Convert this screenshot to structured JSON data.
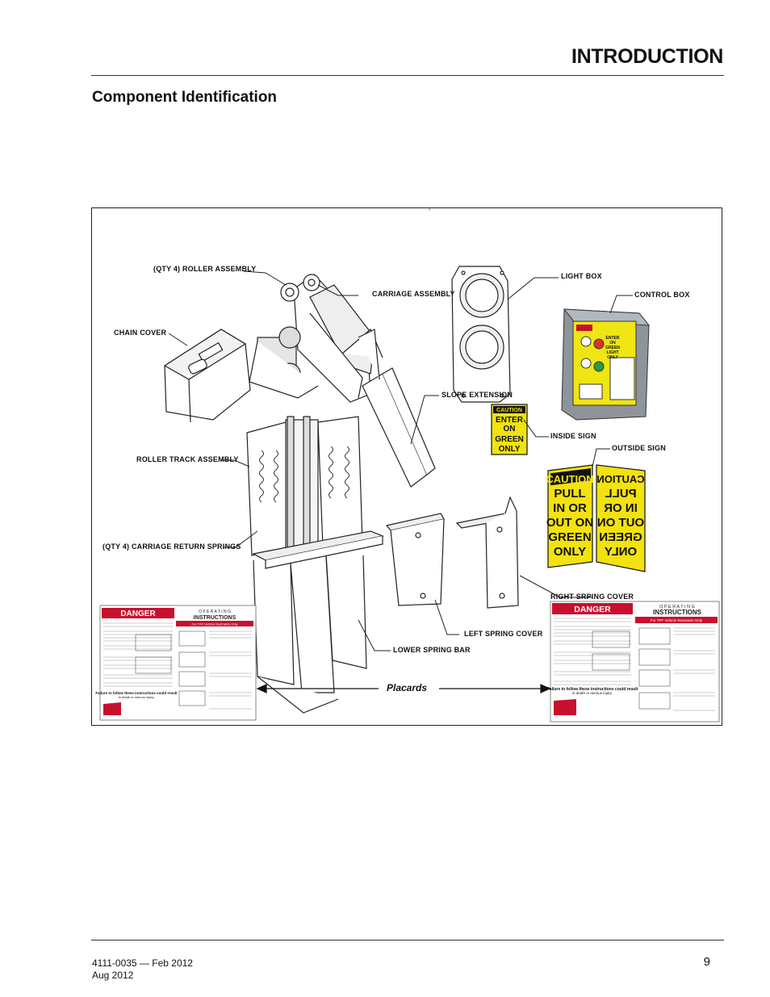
{
  "header": {
    "title": "INTRODUCTION"
  },
  "section": {
    "title": "Component Identification"
  },
  "figure": {
    "labels": {
      "roller_assembly": "(QTY 4) ROLLER ASSEMBLY",
      "carriage_assembly": "CARRIAGE ASSEMBLY",
      "chain_cover": "CHAIN COVER",
      "light_box": "LIGHT BOX",
      "control_box": "CONTROL BOX",
      "slope_extension": "SLOPE EXTENSION",
      "inside_sign": "INSIDE SIGN",
      "outside_sign": "OUTSIDE SIGN",
      "roller_track_assembly": "ROLLER TRACK ASSEMBLY",
      "carriage_return_springs": "(QTY 4) CARRIAGE RETURN SPRINGS",
      "right_spring_cover": "RIGHT SRPING COVER",
      "left_spring_cover": "LEFT SPRING COVER",
      "lower_spring_bar": "LOWER SPRING BAR",
      "placards": "Placards"
    },
    "inside_sign": {
      "lines": [
        "CAUTION",
        "ENTER",
        "ON",
        "GREEN",
        "ONLY"
      ]
    },
    "outside_sign": {
      "lines": [
        "CAUTION",
        "PULL",
        "IN OR",
        "OUT ON",
        "GREEN",
        "ONLY"
      ]
    },
    "control_box_lines": [
      "ENTER",
      "ON",
      "GREEN",
      "LIGHT",
      "ONLY"
    ],
    "placard": {
      "danger": "DANGER",
      "operating": "O P E R A T I N G",
      "instructions": "INSTRUCTIONS",
      "subtitle": "For TPF Vehicle Restraints Only",
      "failure": "Failure to follow these instructions could result",
      "failure2": "in death or serious injury."
    },
    "colors": {
      "sign_yellow": "#f2e20e",
      "danger_red": "#c8102e",
      "box_gray": "#8e949a"
    }
  },
  "footer": {
    "doc_line1": "4111-0035 — Feb 2012",
    "doc_line2": "Aug 2012",
    "page": "9"
  }
}
